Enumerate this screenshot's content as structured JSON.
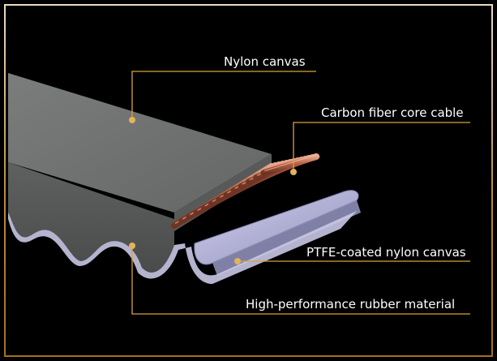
{
  "diagram": {
    "labels": {
      "nylon_canvas": "Nylon canvas",
      "carbon_core": "Carbon fiber core cable",
      "ptfe_canvas": "PTFE-coated nylon canvas",
      "rubber": "High-performance rubber material"
    },
    "colors": {
      "background": "#000000",
      "frame_gold": "#c8932f",
      "leader_gold": "#d7a23e",
      "rubber_top": "#6f7270",
      "rubber_side": "#5c5f5d",
      "canvas_lavender": "#b6b5d8",
      "core_copper": "#b5654b"
    }
  }
}
